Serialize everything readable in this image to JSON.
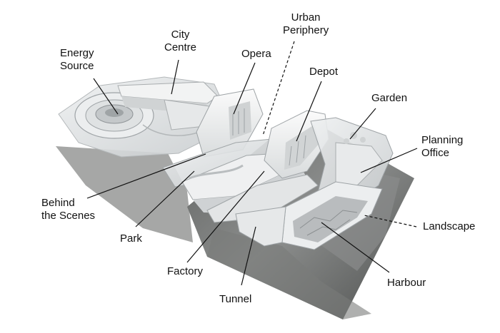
{
  "labels": {
    "energy_source": "Energy\nSource",
    "city_centre": "City\nCentre",
    "urban_periphery": "Urban\nPeriphery",
    "opera": "Opera",
    "depot": "Depot",
    "garden": "Garden",
    "planning_office": "Planning\nOffice",
    "behind_the_scenes": "Behind\nthe Scenes",
    "park": "Park",
    "factory": "Factory",
    "tunnel": "Tunnel",
    "landscape": "Landscape",
    "harbour": "Harbour"
  },
  "colors": {
    "ground_grey": "#a9aaa9",
    "stone_dark": "#6b6d6c",
    "building_white": "#f4f5f5",
    "building_shade": "#d3d6d7",
    "building_edge": "#9ea3a6",
    "leader_line": "#111111"
  }
}
